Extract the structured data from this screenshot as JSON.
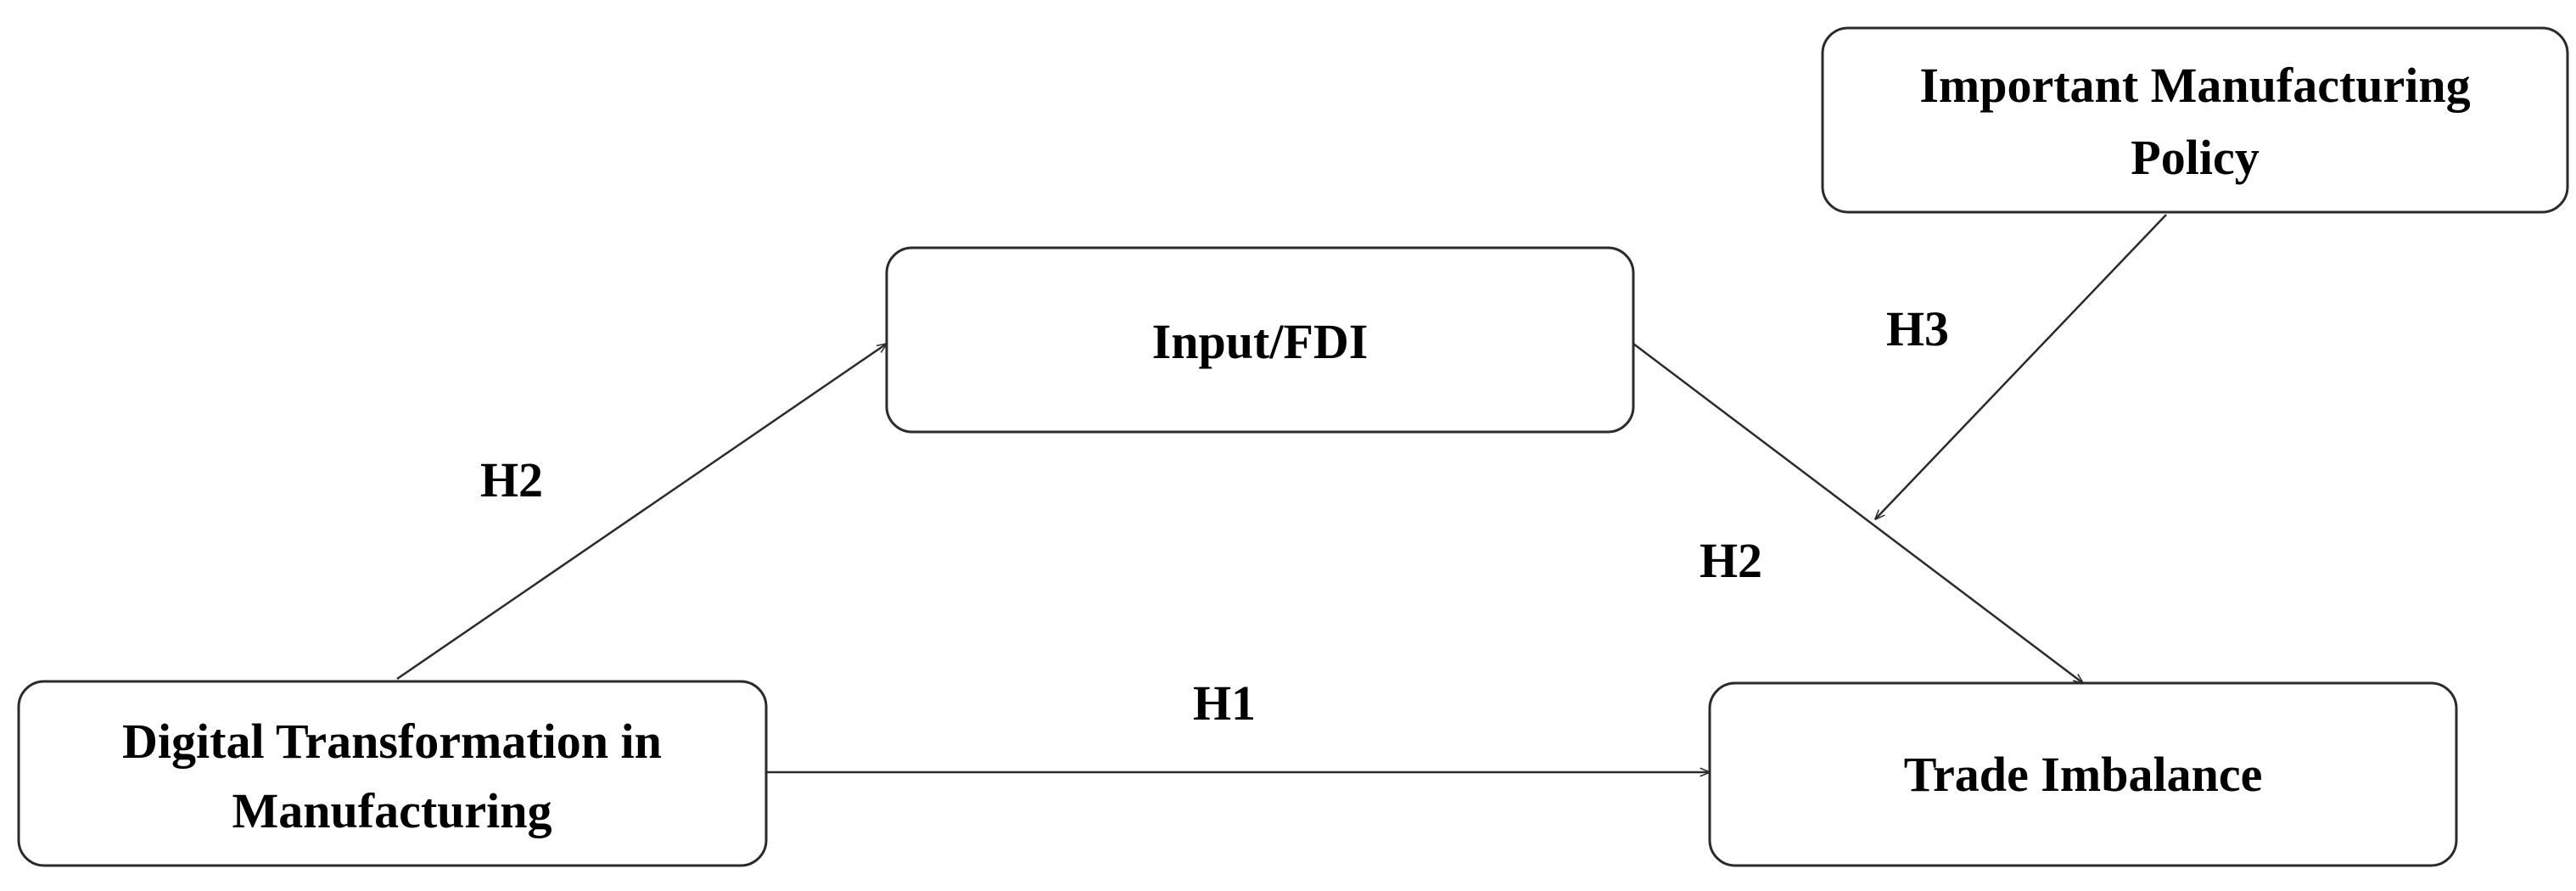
{
  "nodes": {
    "digital_transformation": {
      "line1": "Digital Transformation  in",
      "line2": "Manufacturing"
    },
    "input_fdi": {
      "label": "Input/FDI"
    },
    "trade_imbalance": {
      "label": "Trade Imbalance"
    },
    "manufacturing_policy": {
      "line1": "Important  Manufacturing",
      "line2": "Policy"
    }
  },
  "edges": {
    "h1": "H1",
    "h2_left": "H2",
    "h2_right": "H2",
    "h3": "H3"
  },
  "colors": {
    "stroke": "#2b2b2b",
    "text": "#000000",
    "background": "#ffffff"
  }
}
